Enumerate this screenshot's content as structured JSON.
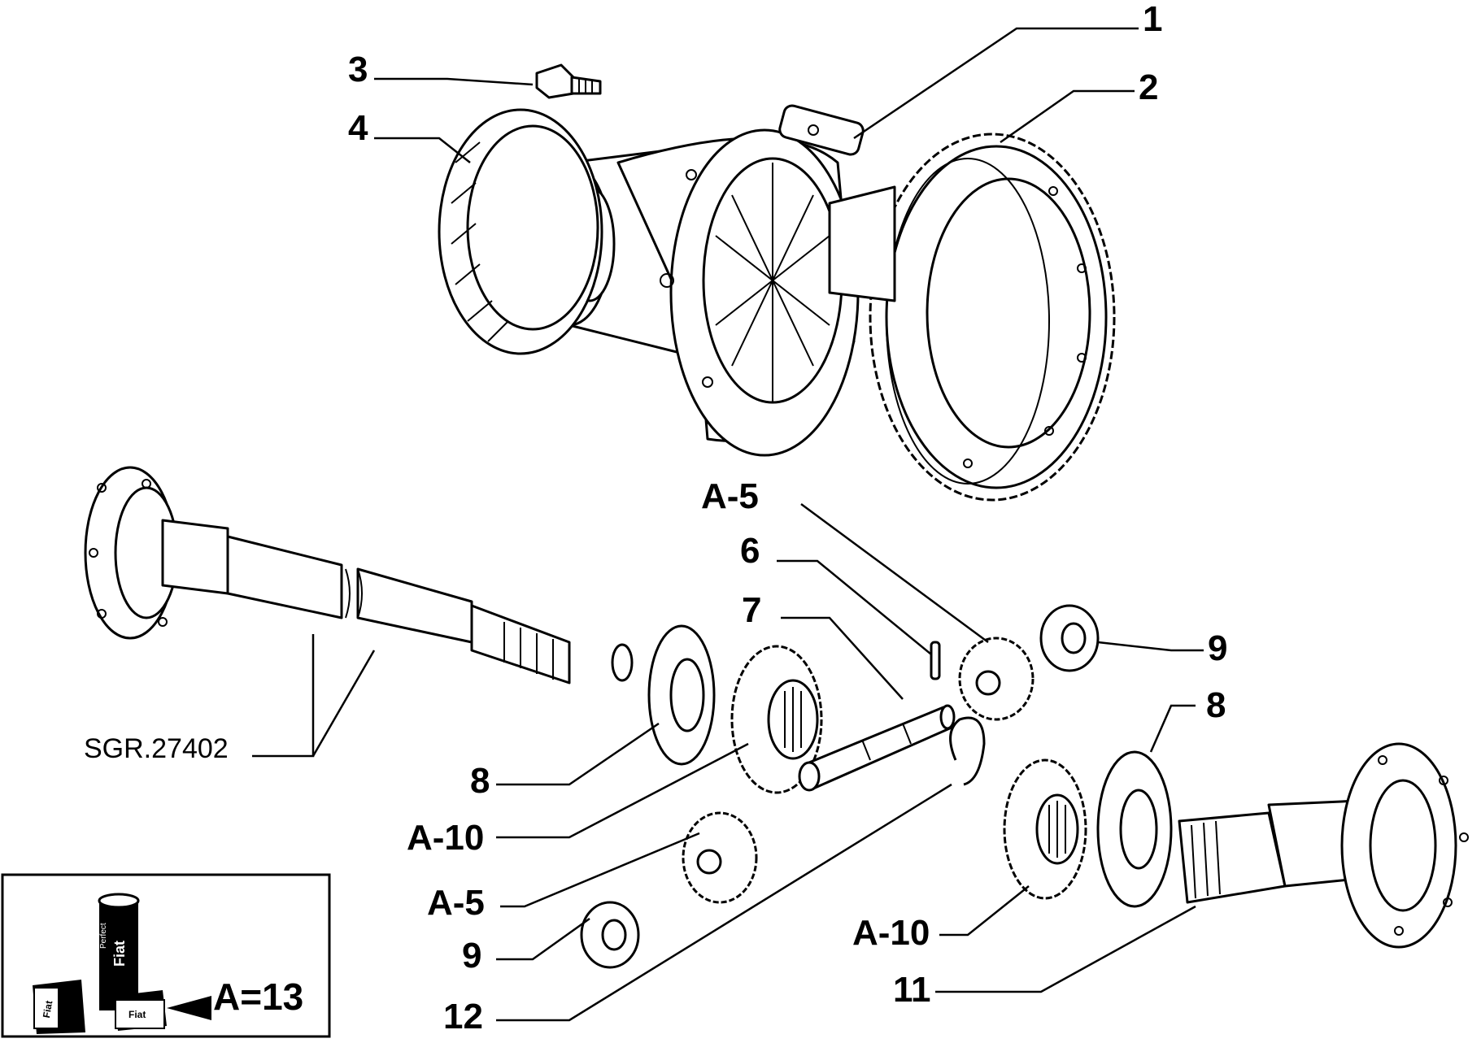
{
  "drawing_code": "SGR.27402",
  "callouts": [
    {
      "id": "1",
      "text": "1"
    },
    {
      "id": "2",
      "text": "2"
    },
    {
      "id": "3",
      "text": "3"
    },
    {
      "id": "4",
      "text": "4"
    },
    {
      "id": "A-5-top",
      "text": "A-5"
    },
    {
      "id": "6",
      "text": "6"
    },
    {
      "id": "7",
      "text": "7"
    },
    {
      "id": "9-right",
      "text": "9"
    },
    {
      "id": "8-right",
      "text": "8"
    },
    {
      "id": "8-left",
      "text": "8"
    },
    {
      "id": "A-10-left",
      "text": "A-10"
    },
    {
      "id": "A-5-bottom",
      "text": "A-5"
    },
    {
      "id": "9-left",
      "text": "9"
    },
    {
      "id": "A-10-right",
      "text": "A-10"
    },
    {
      "id": "11",
      "text": "11"
    },
    {
      "id": "12",
      "text": "12"
    }
  ],
  "inset": {
    "formula": "A=13",
    "tube_brand": "Fiat",
    "tube_prefix": "Perfect",
    "box_labels": [
      "Fiat",
      "Fiat"
    ]
  }
}
